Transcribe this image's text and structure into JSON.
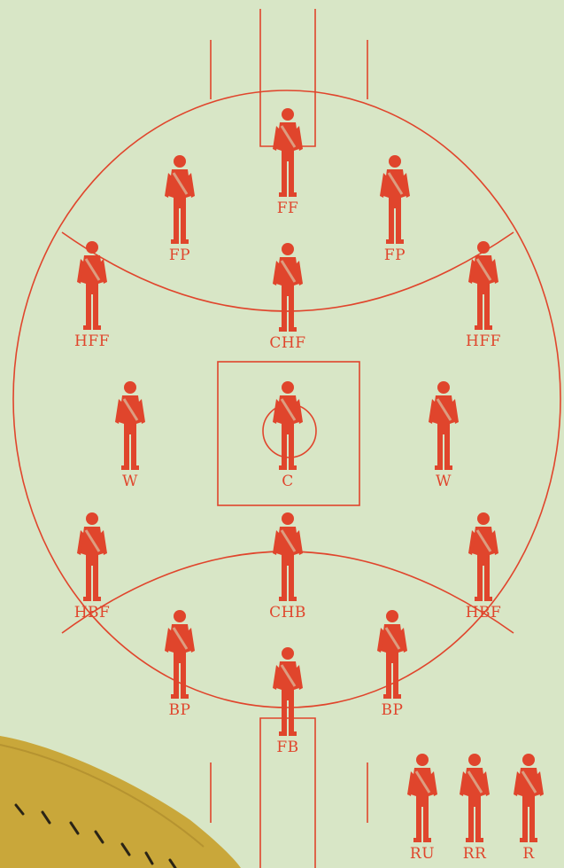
{
  "colors": {
    "background": "#d8e6c6",
    "ink": "#e0452c",
    "ball": "#c9a73a"
  },
  "positions": {
    "ff": "FF",
    "fp_left": "FP",
    "fp_right": "FP",
    "hff_left": "HFF",
    "chf": "CHF",
    "hff_right": "HFF",
    "w_left": "W",
    "c": "C",
    "w_right": "W",
    "hbf_left": "HBF",
    "chb": "CHB",
    "hbf_right": "HBF",
    "bp_left": "BP",
    "bp_right": "BP",
    "fb": "FB",
    "ru": "RU",
    "rr": "RR",
    "r": "R"
  }
}
